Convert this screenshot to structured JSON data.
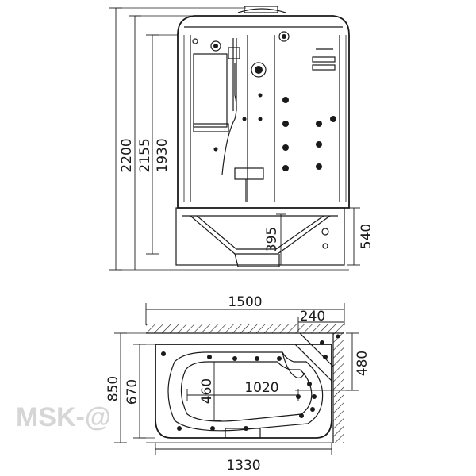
{
  "front_view": {
    "dim_total_height": "2200",
    "dim_top_height": "2155",
    "dim_panel_height": "1930",
    "dim_tray_depth": "395",
    "dim_base_height": "540"
  },
  "plan_view": {
    "dim_total_width": "1500",
    "dim_tub_width": "1330",
    "dim_corner_width": "240",
    "dim_corner_depth": "480",
    "dim_total_depth": "850",
    "dim_tub_depth": "670",
    "dim_inner_length": "1020",
    "dim_inner_width": "460"
  },
  "watermark": "MSK-@"
}
